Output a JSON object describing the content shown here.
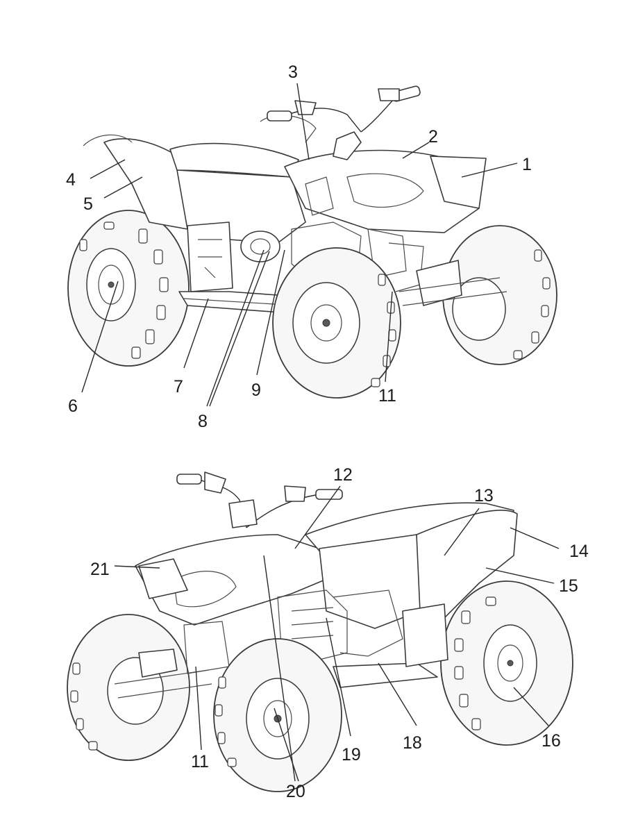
{
  "callouts": {
    "top": {
      "c1": "1",
      "c2": "2",
      "c3": "3",
      "c4": "4",
      "c5": "5",
      "c6": "6",
      "c7": "7",
      "c8": "8",
      "c9": "9",
      "c11": "11"
    },
    "bottom": {
      "c11": "11",
      "c12": "12",
      "c13": "13",
      "c14": "14",
      "c15": "15",
      "c16": "16",
      "c18": "18",
      "c19": "19",
      "c20": "20",
      "c21": "21"
    }
  },
  "colors": {
    "line": "#2a2a2a",
    "background": "#ffffff"
  }
}
